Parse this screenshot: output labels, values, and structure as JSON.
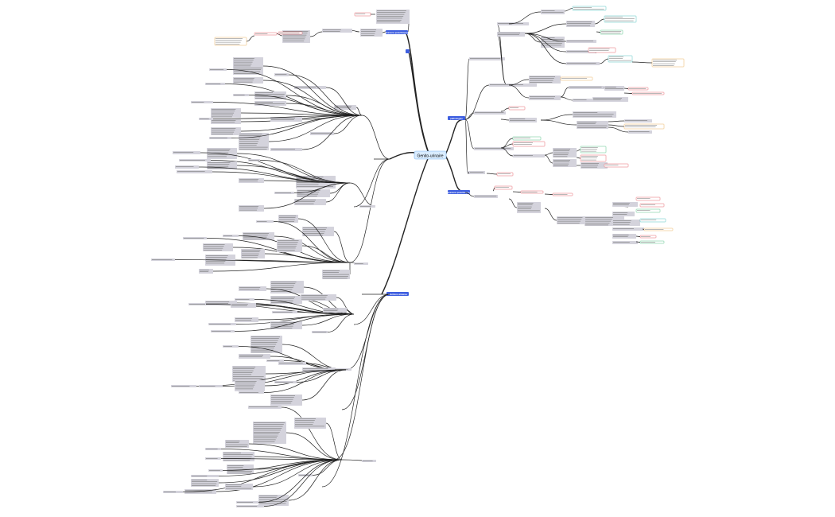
{
  "root": {
    "label": "Genito-urinaire"
  },
  "branches": {
    "right_top": {
      "label": "pathologies"
    },
    "right_bottom": {
      "label": "Examens paracliniques"
    },
    "left_top": {
      "label": "Examens paracliniques"
    },
    "left_bottom": {
      "label": "Infections urinaires"
    }
  },
  "colors": {
    "branch": "#3f5fe0",
    "node": "#d4d3dc",
    "root_fill": "#d9ecff",
    "line": "#222222",
    "accent_red": "#e0404a",
    "accent_green": "#2fb36b",
    "accent_orange": "#e8a23a",
    "accent_teal": "#27b3b0"
  }
}
